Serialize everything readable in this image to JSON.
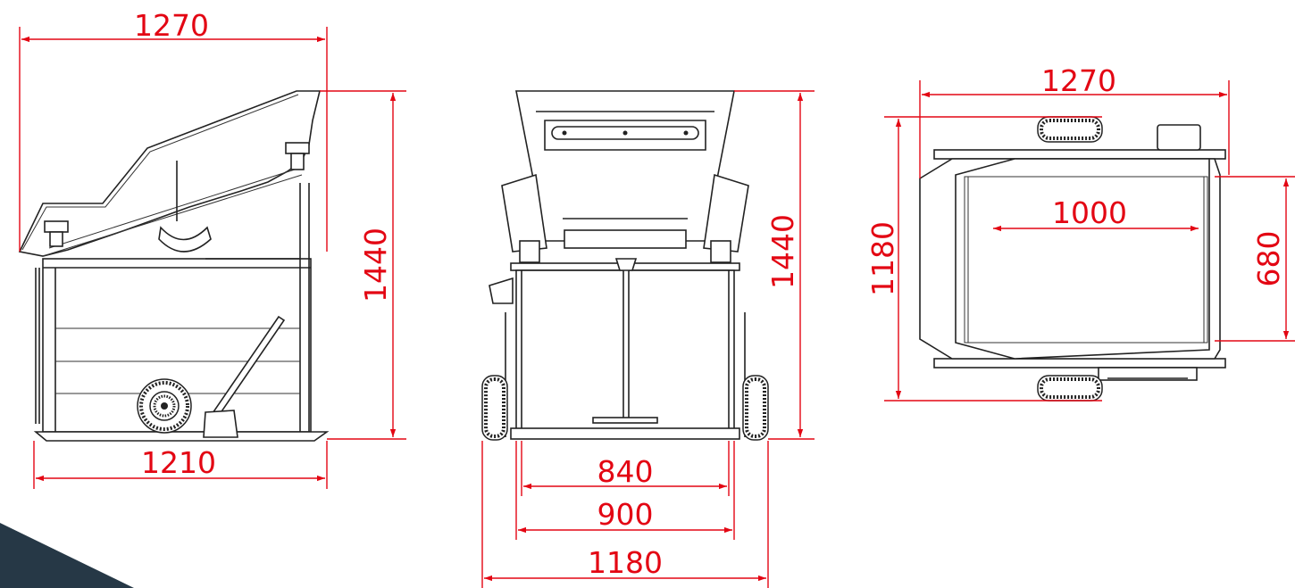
{
  "colors": {
    "dimension": "#e30613",
    "linework": "#222222",
    "corner_shape": "#263846",
    "background": "#ffffff"
  },
  "side_view": {
    "overall_length": "1270",
    "height": "1440",
    "base_length": "1210"
  },
  "front_view": {
    "height": "1440",
    "inner_width": "840",
    "frame_width": "900",
    "overall_width": "1180"
  },
  "top_view": {
    "overall_length": "1270",
    "overall_width": "1180",
    "bin_length": "1000",
    "bin_width": "680"
  }
}
